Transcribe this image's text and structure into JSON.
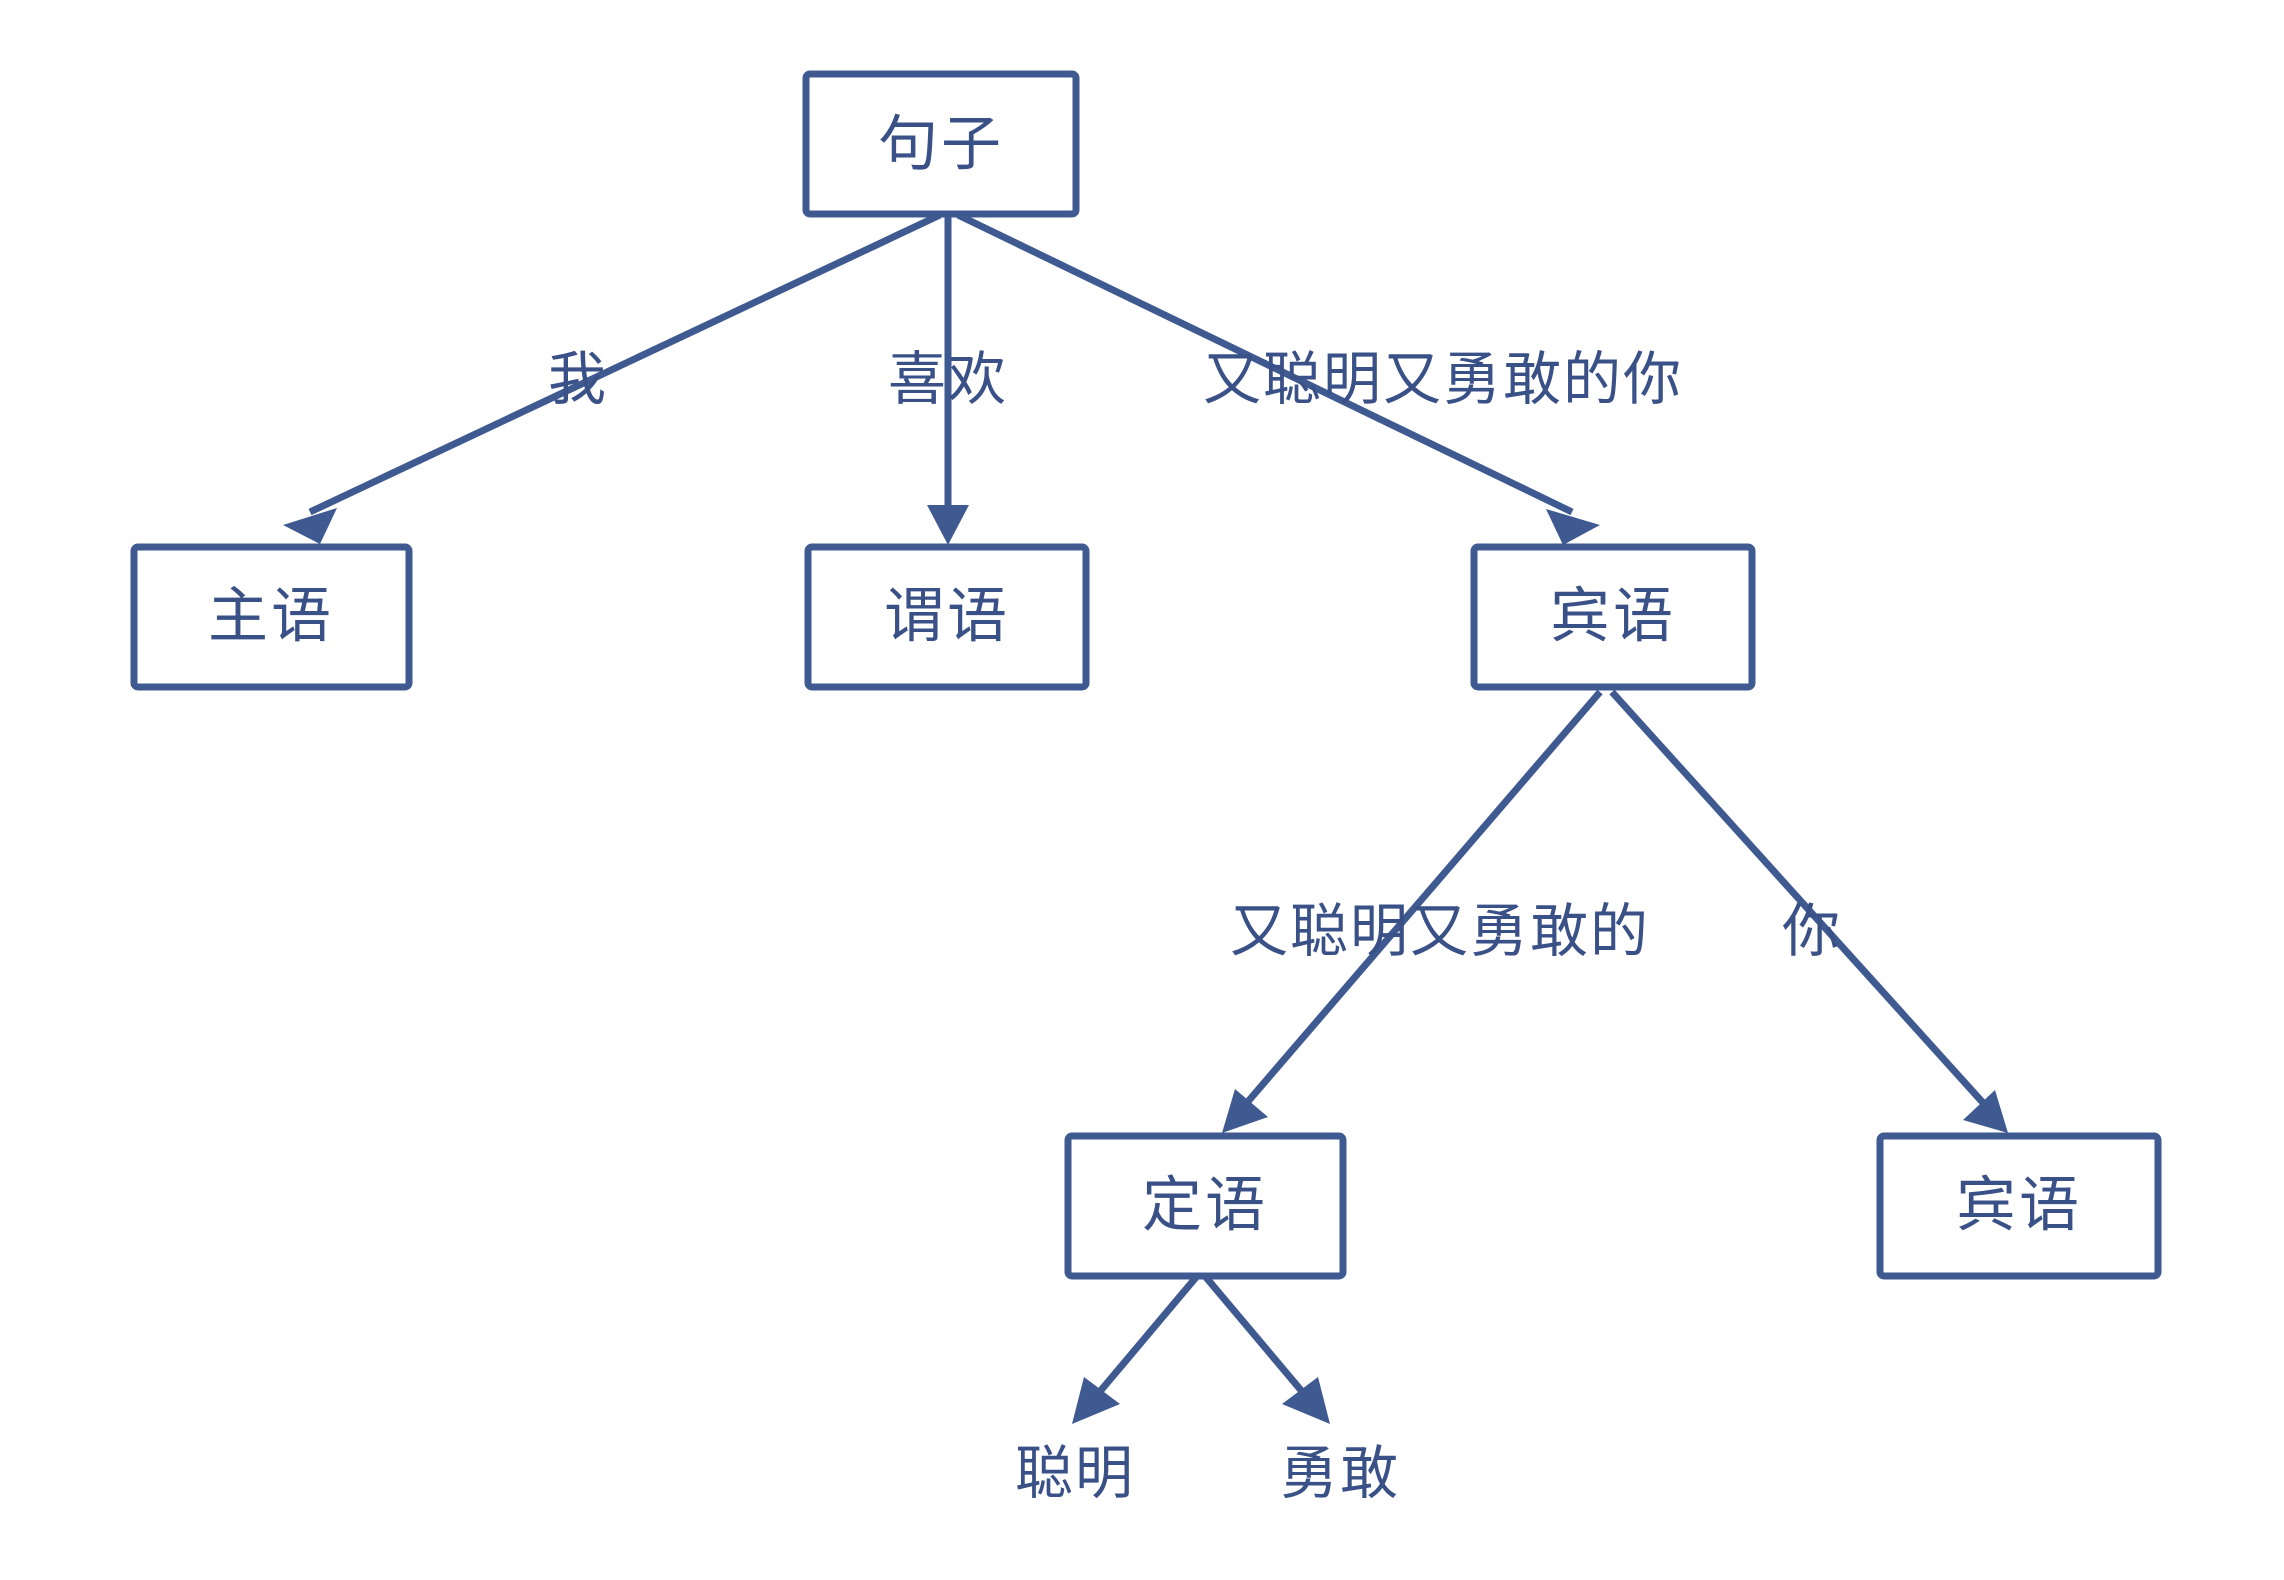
{
  "diagram": {
    "type": "tree",
    "title": "",
    "palette": {
      "stroke": "#3f5a91",
      "text": "#3a5187",
      "background": "#ffffff"
    },
    "nodes": [
      {
        "id": "sentence",
        "label": "句子",
        "shape": "box",
        "level": 0
      },
      {
        "id": "subject",
        "label": "主语",
        "shape": "box",
        "level": 1
      },
      {
        "id": "predicate",
        "label": "谓语",
        "shape": "box",
        "level": 1
      },
      {
        "id": "object",
        "label": "宾语",
        "shape": "box",
        "level": 1
      },
      {
        "id": "attributive",
        "label": "定语",
        "shape": "box",
        "level": 2
      },
      {
        "id": "object2",
        "label": "宾语",
        "shape": "box",
        "level": 2
      },
      {
        "id": "smart",
        "label": "聪明",
        "shape": "text",
        "level": 3
      },
      {
        "id": "brave",
        "label": "勇敢",
        "shape": "text",
        "level": 3
      }
    ],
    "edges": [
      {
        "from": "sentence",
        "to": "subject",
        "label": "我"
      },
      {
        "from": "sentence",
        "to": "predicate",
        "label": "喜欢"
      },
      {
        "from": "sentence",
        "to": "object",
        "label": "又聪明又勇敢的你"
      },
      {
        "from": "object",
        "to": "attributive",
        "label": "又聪明又勇敢的"
      },
      {
        "from": "object",
        "to": "object2",
        "label": "你"
      },
      {
        "from": "attributive",
        "to": "smart",
        "label": ""
      },
      {
        "from": "attributive",
        "to": "brave",
        "label": ""
      }
    ]
  }
}
